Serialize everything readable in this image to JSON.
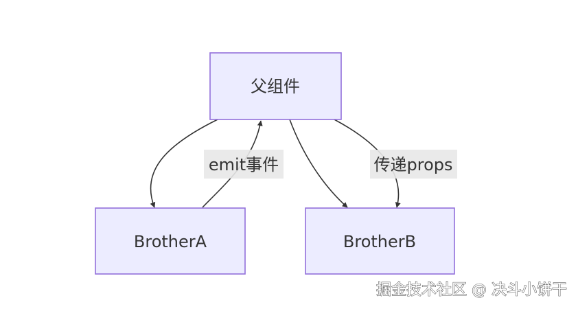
{
  "nodes": {
    "parent": {
      "label": "父组件"
    },
    "brother_a": {
      "label": "BrotherA"
    },
    "brother_b": {
      "label": "BrotherB"
    }
  },
  "edges": {
    "parent_to_a": {
      "label": ""
    },
    "a_to_parent": {
      "label": "emit事件"
    },
    "parent_to_b_direct": {
      "label": ""
    },
    "parent_to_b_props": {
      "label": "传递props"
    }
  },
  "watermark": {
    "text": "掘金技术社区 @ 决斗小饼干"
  },
  "colors": {
    "node_fill": "#ececff",
    "node_border": "#9370db",
    "edge": "#333333",
    "label_background": "#e8e8e8"
  }
}
